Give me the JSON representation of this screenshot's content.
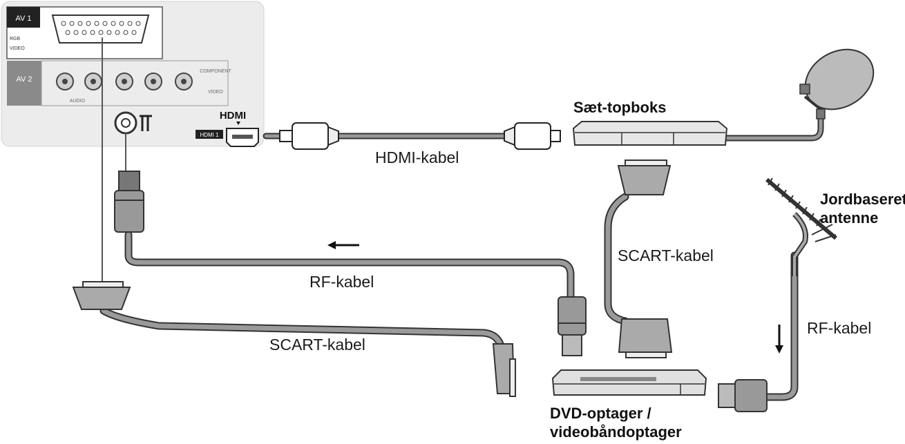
{
  "tv_panel": {
    "av1": "AV 1",
    "av2": "AV 2",
    "rgb": "RGB",
    "video": "VIDEO",
    "component": "COMPONENT",
    "video2": "VIDEO",
    "audio": "AUDIO",
    "hdmi_logo": "HDMI",
    "hdmi1": "HDMI 1"
  },
  "devices": {
    "settop": "Sæt-topboks",
    "terrestrial_line1": "Jordbaseret",
    "terrestrial_line2": "antenne",
    "dvd_line1": "DVD-optager /",
    "dvd_line2": "videobåndoptager"
  },
  "cables": {
    "hdmi": "HDMI-kabel",
    "rf_top": "RF-kabel",
    "scart_bottom": "SCART-kabel",
    "scart_right": "SCART-kabel",
    "rf_right": "RF-kabel"
  }
}
